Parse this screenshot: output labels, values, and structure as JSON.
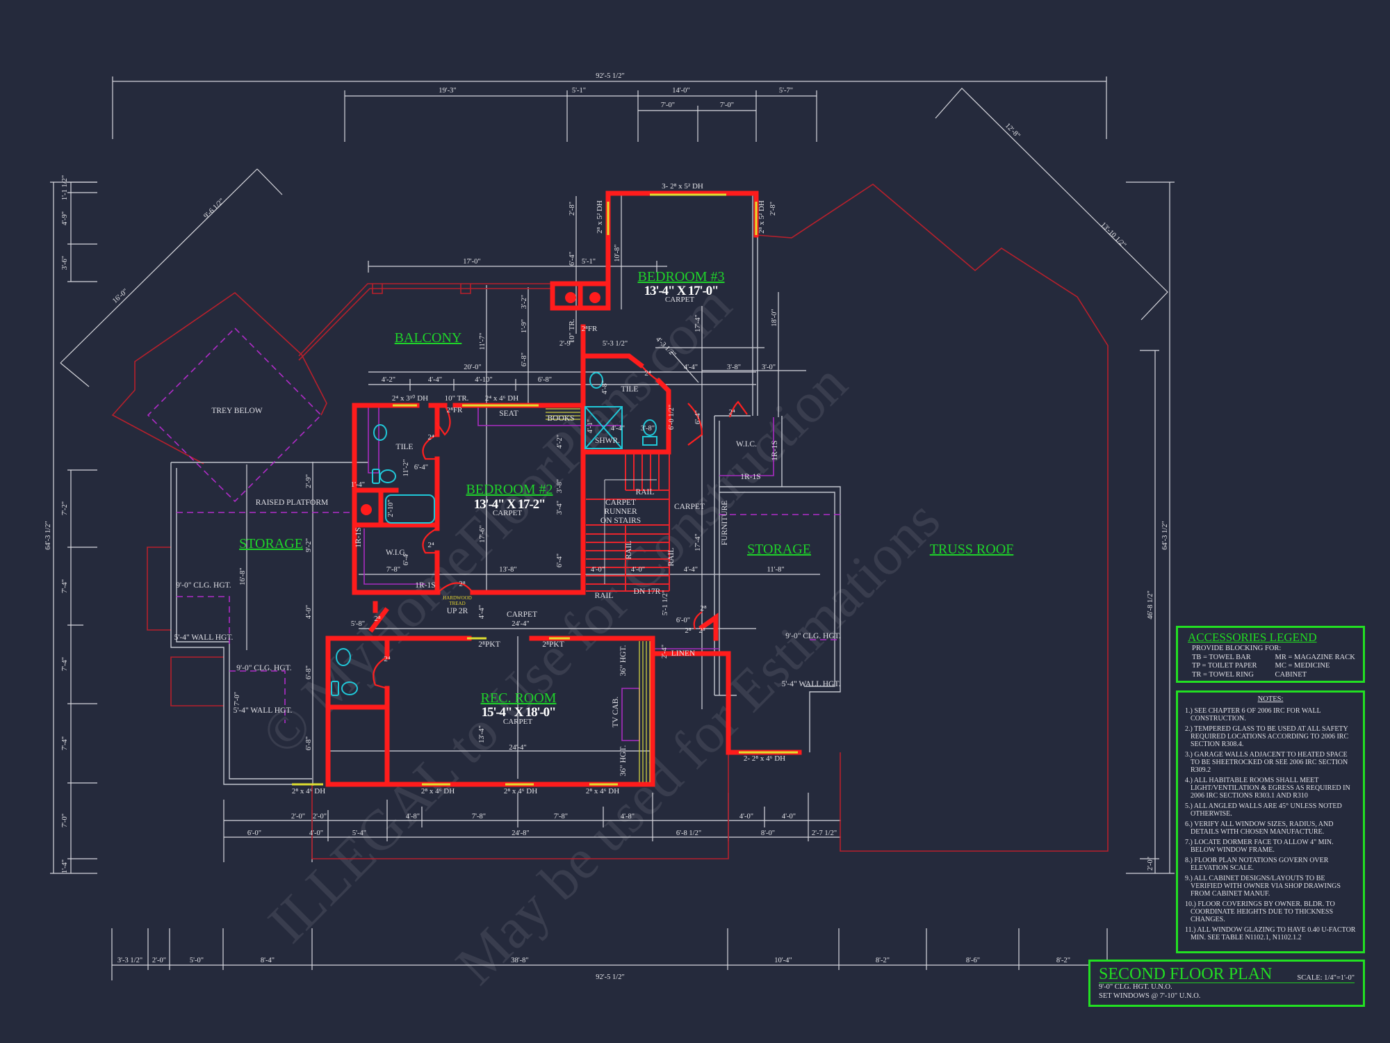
{
  "sheet": {
    "title": "SECOND FLOOR PLAN",
    "scale": "SCALE: 1/4\"=1'-0\"",
    "subnotes": [
      "9'-0\" CLG. HGT. U.N.O.",
      "SET WINDOWS @ 7'-10\" U.N.O."
    ]
  },
  "watermark": [
    "© MyHomeFloorPlans.com",
    "ILLEGAL to Use for Construction",
    "May be used for Estimations"
  ],
  "colors": {
    "background": "#252a3c",
    "walls": "#ff1c1c",
    "room_labels": "#1fd32a",
    "border_boxes": "#22e022",
    "fixtures": "#20c8d8",
    "windows": "#e0e030",
    "ceiling_lines": "#b02cc8"
  },
  "rooms": [
    {
      "name": "BALCONY"
    },
    {
      "name": "BEDROOM #3",
      "size": "13'-4\" X 17'-0\"",
      "floor": "CARPET"
    },
    {
      "name": "BEDROOM #2",
      "size": "13'-4\" X 17-2\"",
      "floor": "CARPET"
    },
    {
      "name": "REC. ROOM",
      "size": "15'-4\" X 18'-0\"",
      "floor": "CARPET"
    },
    {
      "name": "STORAGE"
    },
    {
      "name": "STORAGE"
    },
    {
      "name": "TRUSS ROOF"
    }
  ],
  "accessories_legend": {
    "title": "ACCESSORIES LEGEND",
    "intro": "PROVIDE BLOCKING FOR:",
    "items": [
      "TB = TOWEL BAR",
      "TP = TOILET PAPER",
      "TR = TOWEL RING",
      "MR = MAGAZINE RACK",
      "MC = MEDICINE CABINET"
    ]
  },
  "notes": {
    "title": "NOTES:",
    "items": [
      "1.) SEE CHAPTER 6 OF 2006 IRC FOR WALL CONSTRUCTION.",
      "2.) TEMPERED GLASS TO BE USED AT ALL SAFETY REQUIRED LOCATIONS ACCORDING TO 2006 IRC SECTION R308.4.",
      "3.) GARAGE WALLS ADJACENT TO HEATED SPACE TO BE SHEETROCKED OR SEE 2006 IRC SECTION R309.2",
      "4.) ALL HABITABLE ROOMS SHALL MEET LIGHT/VENTILATION & EGRESS AS REQUIRED IN 2006 IRC SECTIONS R303.1 AND R310",
      "5.) ALL ANGLED WALLS ARE 45° UNLESS NOTED OTHERWISE.",
      "6.) VERIFY ALL WINDOW SIZES, RADIUS, AND DETAILS WITH CHOSEN MANUFACTURE.",
      "7.) LOCATE DORMER FACE TO ALLOW 4\" MIN. BELOW WINDOW FRAME.",
      "8.) FLOOR PLAN NOTATIONS GOVERN OVER ELEVATION SCALE.",
      "9.) ALL CABINET DESIGNS/LAYOUTS TO BE VERIFIED WITH OWNER VIA SHOP DRAWINGS FROM CABINET MANUF.",
      "10.) FLOOR COVERINGS BY OWNER. BLDR. TO COORDINATE HEIGHTS DUE TO THICKNESS CHANGES.",
      "11.) ALL WINDOW GLAZING TO HAVE 0.40 U-FACTOR MIN.  SEE TABLE N1102.1, N1102.1.2"
    ]
  },
  "dimensions": [
    "92'-5 1/2\"",
    "19'-3\"",
    "5'-1\"",
    "14'-0\"",
    "5'-7\"",
    "7'-0\"",
    "7'-0\"",
    "3'-3 1/2\"",
    "2'-0\"",
    "5'-0\"",
    "8'-4\"",
    "38'-8\"",
    "10'-4\"",
    "8'-2\"",
    "8'-6\"",
    "8'-2\"",
    "92'-5 1/2\"",
    "64'-3 1/2\"",
    "1'-1 1/2\"",
    "4'-9\"",
    "3'-6\"",
    "7'-2\"",
    "7'-4\"",
    "7'-4\"",
    "7'-4\"",
    "7'-0\"",
    "1'-4\"",
    "64'-3 1/2\"",
    "46'-8 1/2\"",
    "2'-0\"",
    "16'-0\"",
    "9'-6 1/2\"",
    "12'-8\"",
    "13'-10 1/2\"",
    "17'-0\"",
    "5'-1\"",
    "20'-0\"",
    "4'-2\"",
    "4'-4\"",
    "4'-10\"",
    "6'-8\"",
    "5'-3 1/2\"",
    "2'-9\"",
    "4'-3 1/2\"",
    "4'-4\"",
    "3'-8\"",
    "3'-0\"",
    "11'-7\"",
    "6'-8\"",
    "3'-2\"",
    "1'-9\"",
    "2'-8\"",
    "6'-4\"",
    "10'-8\"",
    "17'-4\"",
    "18'-0\"",
    "2'-8\"",
    "4'-8\"",
    "6'-0 1/2\"",
    "6'-4\"",
    "4'-1\"",
    "4'-4\"",
    "3'-8\"",
    "4'-2\"",
    "3'-8\"",
    "3'-4\"",
    "6'-4\"",
    "17'-6\"",
    "13'-8\"",
    "7'-8\"",
    "6'-4\"",
    "11'-2\"",
    "1'-4\"",
    "2'-10\"",
    "6'-4\"",
    "4'-0\"",
    "4'-0\"",
    "4'-4\"",
    "11'-8\"",
    "17'-4\"",
    "5'-1 1/2\"",
    "6'-0\"",
    "2'-4\"",
    "2'-9\"",
    "9'-2\"",
    "4'-0\"",
    "6'-8\"",
    "6'-8\"",
    "16'-8\"",
    "7'-0\"",
    "5'-8\"",
    "24'-4\"",
    "13'-4\"",
    "24'-4\"",
    "4'-4\"",
    "2'-0\"",
    "2'-0\"",
    "4'-8\"",
    "7'-8\"",
    "7'-8\"",
    "4'-8\"",
    "4'-0\"",
    "4'-0\"",
    "6'-0\"",
    "4'-0\"",
    "5'-4\"",
    "24'-8\"",
    "6'-8 1/2\"",
    "8'-0\"",
    "2'-7 1/2\""
  ],
  "annotations": [
    "TREY BELOW",
    "RAISED PLATFORM",
    "9'-0\" CLG. HGT.",
    "5'-4\" WALL HGT.",
    "9'-0\" CLG. HGT.",
    "5'-4\" WALL HGT.",
    "9'-0\" CLG. HGT.",
    "5'-4\" WALL HGT.",
    "W.I.C.",
    "W.I.C.",
    "TILE",
    "TILE",
    "SEAT",
    "BOOKS",
    "SHWR.",
    "CARPET",
    "CARPET",
    "RUNNER",
    "ON STAIRS",
    "RAIL",
    "RAIL",
    "DN 17R",
    "UP 2R",
    "LINEN",
    "1R-1S",
    "1R-1S",
    "CARPET",
    "2⁸PKT",
    "2⁸PKT",
    "RAIL",
    "RAIL",
    "FURNITURE",
    "TV CAB.",
    "36\" HGT.",
    "36\" HGT.",
    "1R-1S",
    "1R-1S"
  ],
  "windows_doors": [
    "3- 2⁸ x 5² DH",
    "2⁸ x 5² DH",
    "2⁸ x 5² DH",
    "2⁴ x 3¹⁰ DH",
    "10\" TR.",
    "2⁴ x 4⁶ DH",
    "2⁸FR",
    "2⁸FR",
    "10\" TR.",
    "2⁸ x 4⁶ DH",
    "2⁸ x 4⁶ DH",
    "2⁸ x 4⁶ DH",
    "2⁸ x 4⁶ DH",
    "2- 2⁸ x 4⁶ DH",
    "2⁴",
    "2⁴",
    "2⁴",
    "2⁴",
    "2⁴",
    "2⁸",
    "2⁸",
    "2⁸",
    "2⁸",
    "2⁸"
  ],
  "hardwood_tread": [
    "HARDWOOD",
    "TREAD"
  ]
}
